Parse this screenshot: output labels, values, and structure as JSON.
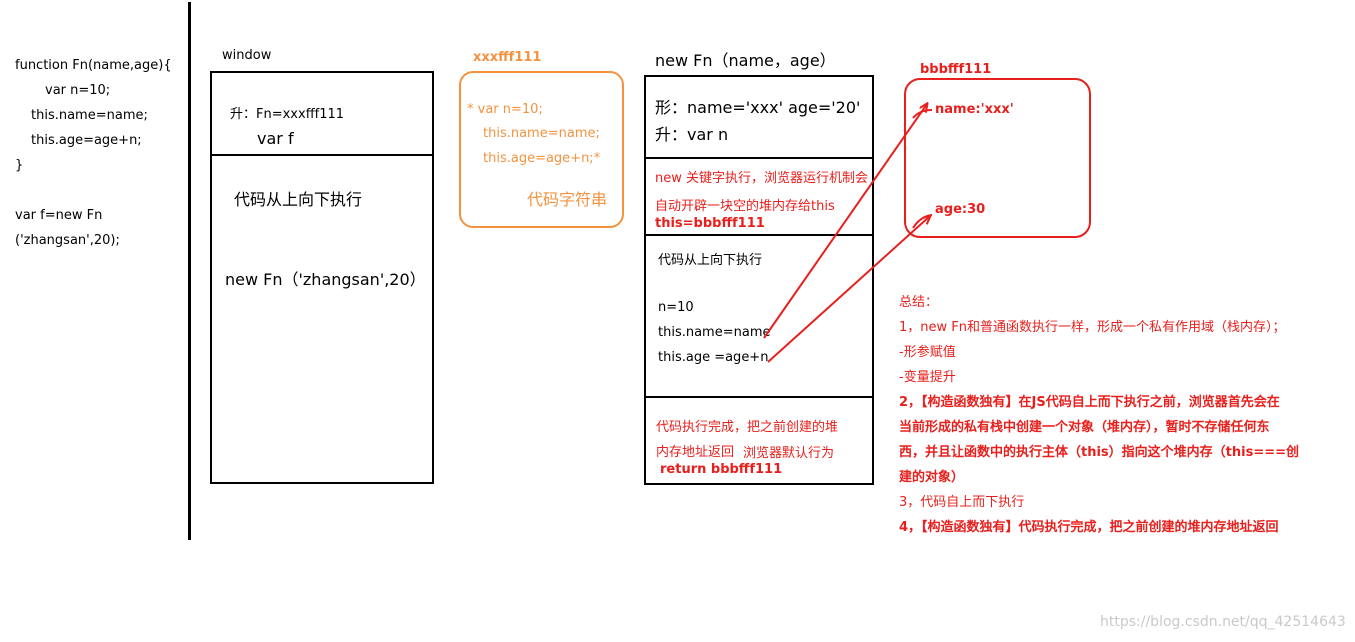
{
  "code": {
    "lines": [
      "function Fn(name,age){",
      "var n=10;",
      "this.name=name;",
      "this.age=age+n;",
      "}",
      "",
      "var f=new Fn",
      "('zhangsan',20);"
    ]
  },
  "window_box": {
    "label": "window",
    "hoist_line": "升：Fn=xxxfff111",
    "var_line": "var f",
    "exec_text": "代码从上向下执行",
    "call_text": "new Fn（'zhangsan',20）"
  },
  "heap_string": {
    "address": "xxxfff111",
    "lines": [
      "* var n=10;",
      "this.name=name;",
      "this.age=age+n;*"
    ],
    "caption": "代码字符串"
  },
  "fn_box": {
    "title": "new Fn（name，age）",
    "params_line": "形：name='xxx' age='20'",
    "hoist_line": "升：var n",
    "new_note_1": "new 关键字执行，浏览器运行机制会",
    "new_note_2": "自动开辟一块空的堆内存给this",
    "this_line": "this=bbbfff111",
    "exec_text": "代码从上向下执行",
    "stmt_1": "n=10",
    "stmt_2": "this.name=name",
    "stmt_3": "this.age =age+n",
    "done_note_1": "代码执行完成，把之前创建的堆",
    "done_note_2": "内存地址返回",
    "done_note_3": "浏览器默认行为",
    "return_line": "return bbbfff111"
  },
  "heap_object": {
    "address": "bbbfff111",
    "prop_name": "name:'xxx'",
    "prop_age": "age:30"
  },
  "summary": {
    "title": "总结：",
    "l1": "1，new Fn和普通函数执行一样，形成一个私有作用域（栈内存）；",
    "l2": "-形参赋值",
    "l3": "-变量提升",
    "l4": "2，【构造函数独有】在JS代码自上而下执行之前，浏览器首先会在",
    "l5": "当前形成的私有栈中创建一个对象（堆内存），暂时不存储任何东",
    "l6": "西，并且让函数中的执行主体（this）指向这个堆内存（this===创",
    "l7": "建的对象）",
    "l8": "3，代码自上而下执行",
    "l9": "4，【构造函数独有】代码执行完成，把之前创建的堆内存地址返回"
  },
  "watermark": "https://blog.csdn.net/qq_42514643",
  "colors": {
    "red": "#e8201d",
    "orange": "#f39340",
    "black": "#000000"
  }
}
